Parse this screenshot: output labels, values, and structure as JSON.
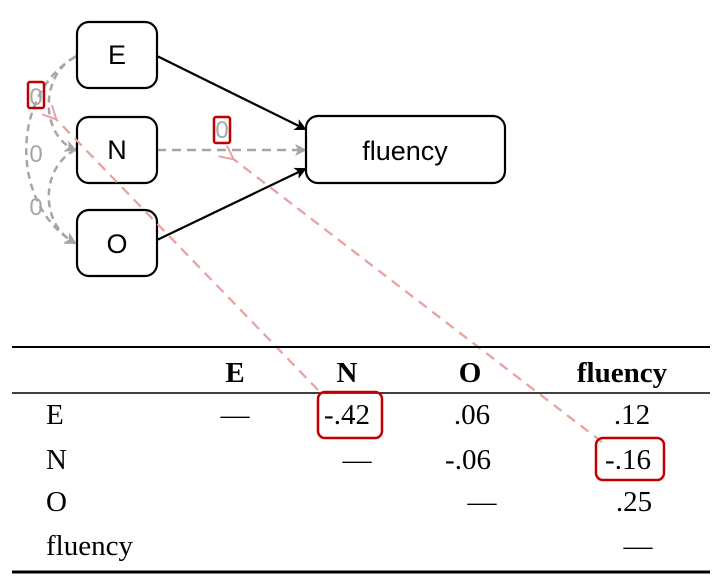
{
  "diagram": {
    "nodes": {
      "e": "E",
      "n": "N",
      "o": "O",
      "fluency": "fluency"
    },
    "zero_labels": {
      "e_n": "0",
      "n_o": "0",
      "e_o": "0",
      "n_fluency": "0"
    },
    "colors": {
      "node_border": "#000000",
      "solid_arrow": "#000000",
      "dashed_gray": "#a6a6a6",
      "dashed_pink": "#e8a2a0",
      "highlight_box": "#c00000",
      "zero_text": "#a6a6a6"
    }
  },
  "table": {
    "headers": [
      "",
      "E",
      "N",
      "O",
      "fluency"
    ],
    "rows": [
      {
        "label": "E",
        "cells": [
          "—",
          "-.42",
          ".06",
          ".12"
        ]
      },
      {
        "label": "N",
        "cells": [
          "",
          "—",
          "-.06",
          "-.16"
        ]
      },
      {
        "label": "O",
        "cells": [
          "",
          "",
          "—",
          ".25"
        ]
      },
      {
        "label": "fluency",
        "cells": [
          "",
          "",
          "",
          "—"
        ]
      }
    ],
    "highlighted_cells": [
      "-.42",
      "-.16"
    ]
  }
}
